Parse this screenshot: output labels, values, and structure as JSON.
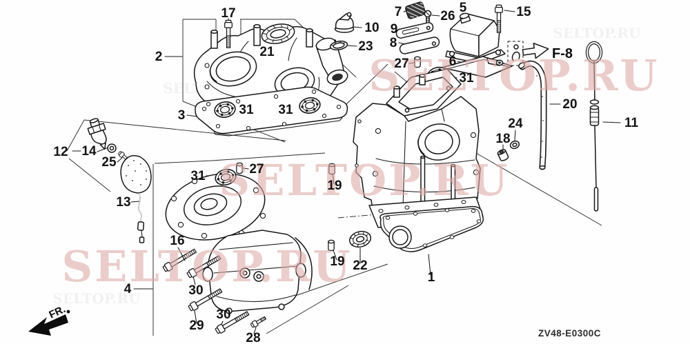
{
  "diagram": {
    "code": "ZV48-E0300C",
    "fr_arrow": "FR.",
    "figure_ref": "F-8",
    "watermark": "SELTOP.RU"
  },
  "labels": [
    "17",
    "2",
    "21",
    "10",
    "23",
    "7",
    "26",
    "5",
    "15",
    "9",
    "8",
    "27",
    "6",
    "31",
    "20",
    "11",
    "24",
    "18",
    "3",
    "31",
    "31",
    "12",
    "14",
    "25",
    "13",
    "31",
    "27",
    "19",
    "16",
    "4",
    "30",
    "29",
    "30",
    "28",
    "19",
    "22",
    "1"
  ]
}
